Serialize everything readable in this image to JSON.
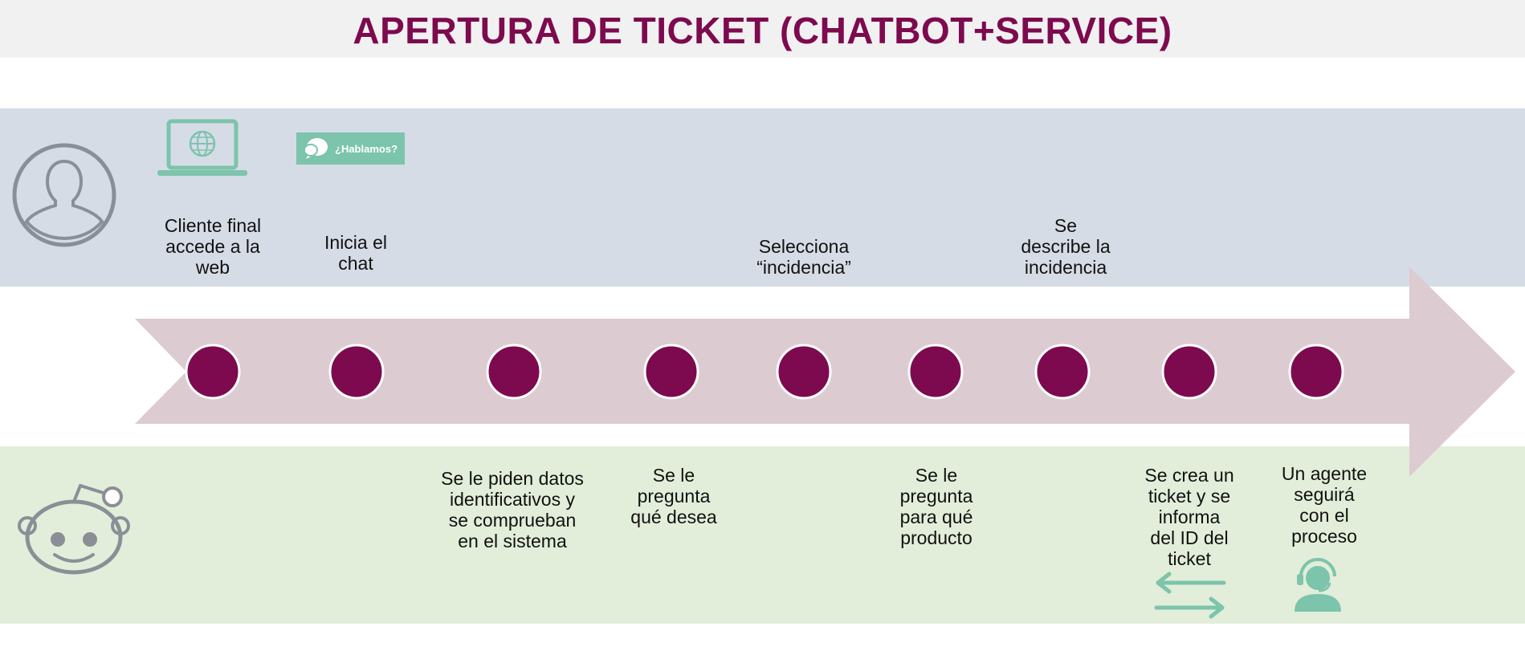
{
  "title": "APERTURA DE TICKET (CHATBOT+SERVICE)",
  "colors": {
    "accent": "#7d0a4f",
    "user_band": "#d6dce6",
    "bot_band": "#e2eed9",
    "arrow": "#dccbd1",
    "teal": "#7cc4ab",
    "icon_gray": "#8a8f97"
  },
  "chat_badge": {
    "label": "¿Hablamos?"
  },
  "user_steps": [
    {
      "text": "Cliente final\naccede a la\nweb"
    },
    {
      "text": "Inicia el\nchat"
    },
    {
      "text": "Selecciona\n“incidencia”"
    },
    {
      "text": "Se\ndescribe la\nincidencia"
    }
  ],
  "bot_steps": [
    {
      "text": "Se le piden datos\nidentificativos y\nse comprueban\nen el sistema"
    },
    {
      "text": "Se le\npregunta\nqué desea"
    },
    {
      "text": "Se le\npregunta\npara qué\nproducto"
    },
    {
      "text": "Se crea un\nticket y se\ninforma\ndel ID del\nticket"
    },
    {
      "text": "Un agente\nseguirá\ncon el\nproceso"
    }
  ],
  "icons": {
    "user": "user-avatar-icon",
    "laptop": "laptop-globe-icon",
    "chat": "chat-bubble-icon",
    "bot": "robot-icon",
    "exchange": "exchange-arrows-icon",
    "agent": "support-agent-icon"
  }
}
